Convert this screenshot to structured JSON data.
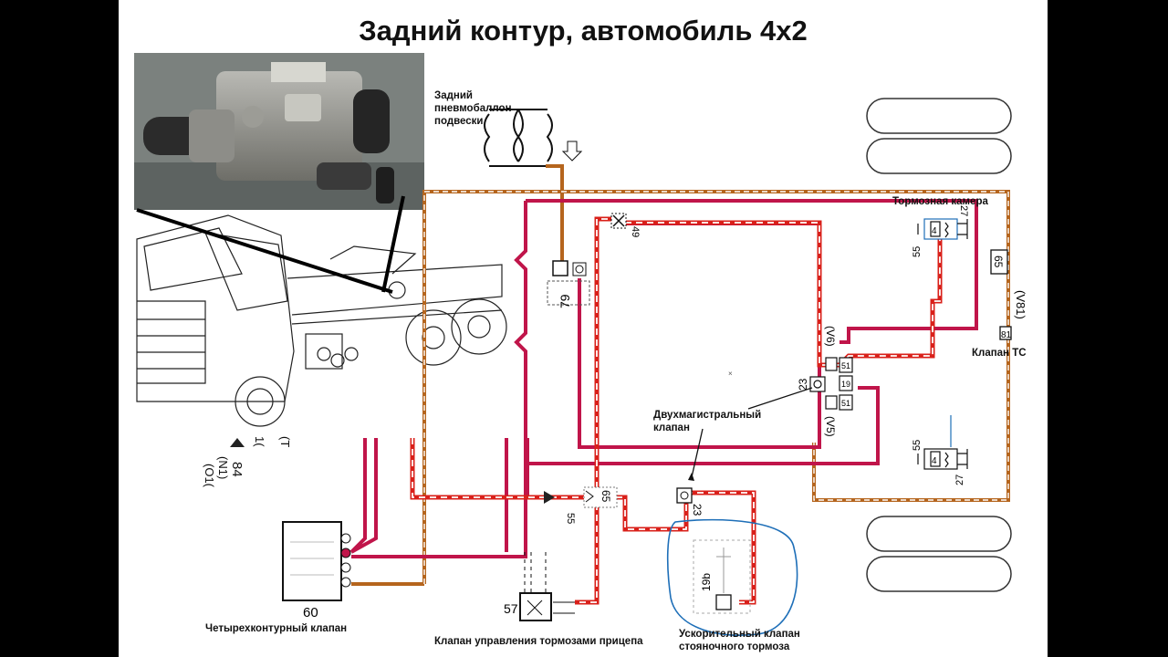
{
  "title": "Задний контур, автомобиль 4x2",
  "labels": {
    "air_spring": "Задний пневмобаллон подвески",
    "brake_chamber": "Тормозная камера",
    "valve_tc": "Клапан ТС",
    "two_line_valve": "Двухмагистральный клапан",
    "four_circuit_valve": "Четырехконтурный клапан",
    "trailer_control_valve": "Клапан управления тормозами прицепа",
    "relay_valve": "Ускорительный клапан стояночного тормоза"
  },
  "codes": {
    "c49": "49",
    "c79": "79",
    "c65a": "65",
    "c65b": "65",
    "c55a": "55",
    "c55b": "55",
    "c55c": "55",
    "c27a": "27",
    "c27b": "27",
    "c81": "81",
    "cV81": "(V81)",
    "c23a": "23",
    "c23b": "23",
    "cV6": "(V6)",
    "cV5": "(V5)",
    "c51a": "51",
    "c51b": "51",
    "c19": "19",
    "c4a": "4",
    "c4b": "4",
    "c60": "60",
    "c57": "57",
    "c19b": "19b",
    "cN1": "(N1)",
    "c84": "84",
    "cO1": "(O1(",
    "c1": "1(",
    "cT": "(T"
  },
  "colors": {
    "brown": "#b5651d",
    "crimson": "#c0154a",
    "red": "#d9201a",
    "blue": "#1e6fb8",
    "black": "#111111"
  }
}
